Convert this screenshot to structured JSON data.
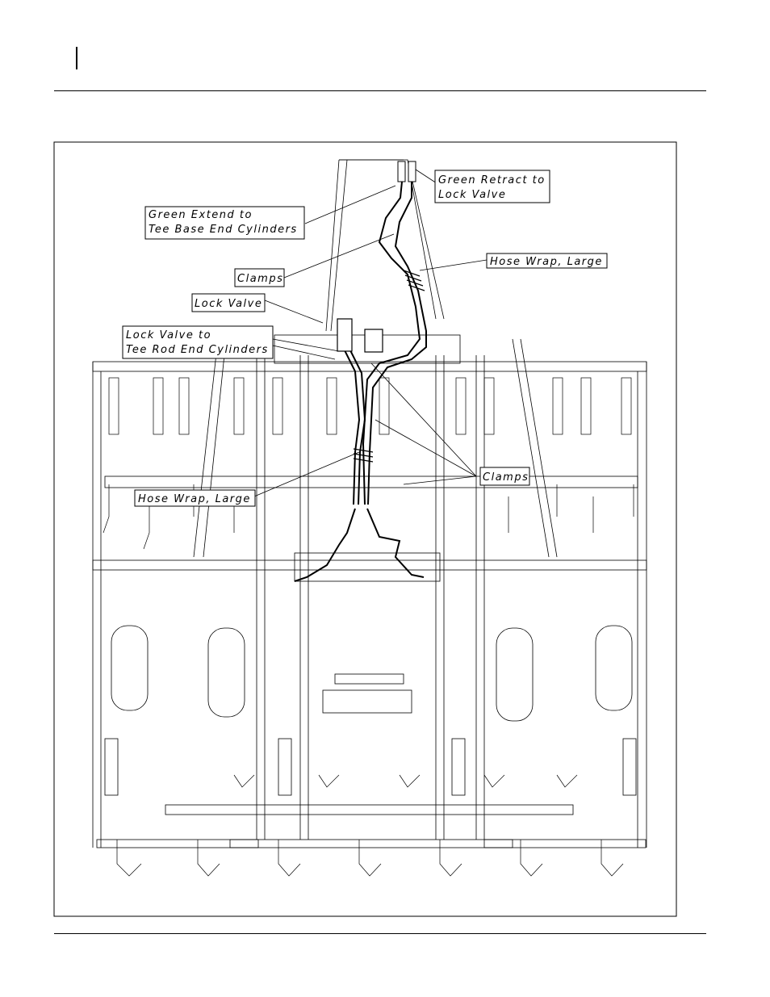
{
  "callouts": {
    "green_retract": [
      "Green Retract to",
      "Lock Valve"
    ],
    "green_extend": [
      "Green Extend to",
      "Tee Base End Cylinders"
    ],
    "hose_wrap_top": [
      "Hose Wrap, Large"
    ],
    "clamps_top": [
      "Clamps"
    ],
    "lock_valve": [
      "Lock Valve"
    ],
    "lock_valve_to_rod": [
      "Lock Valve to",
      "Tee Rod End Cylinders"
    ],
    "clamps_right": [
      "Clamps"
    ],
    "hose_wrap_bottom": [
      "Hose Wrap, Large"
    ]
  }
}
